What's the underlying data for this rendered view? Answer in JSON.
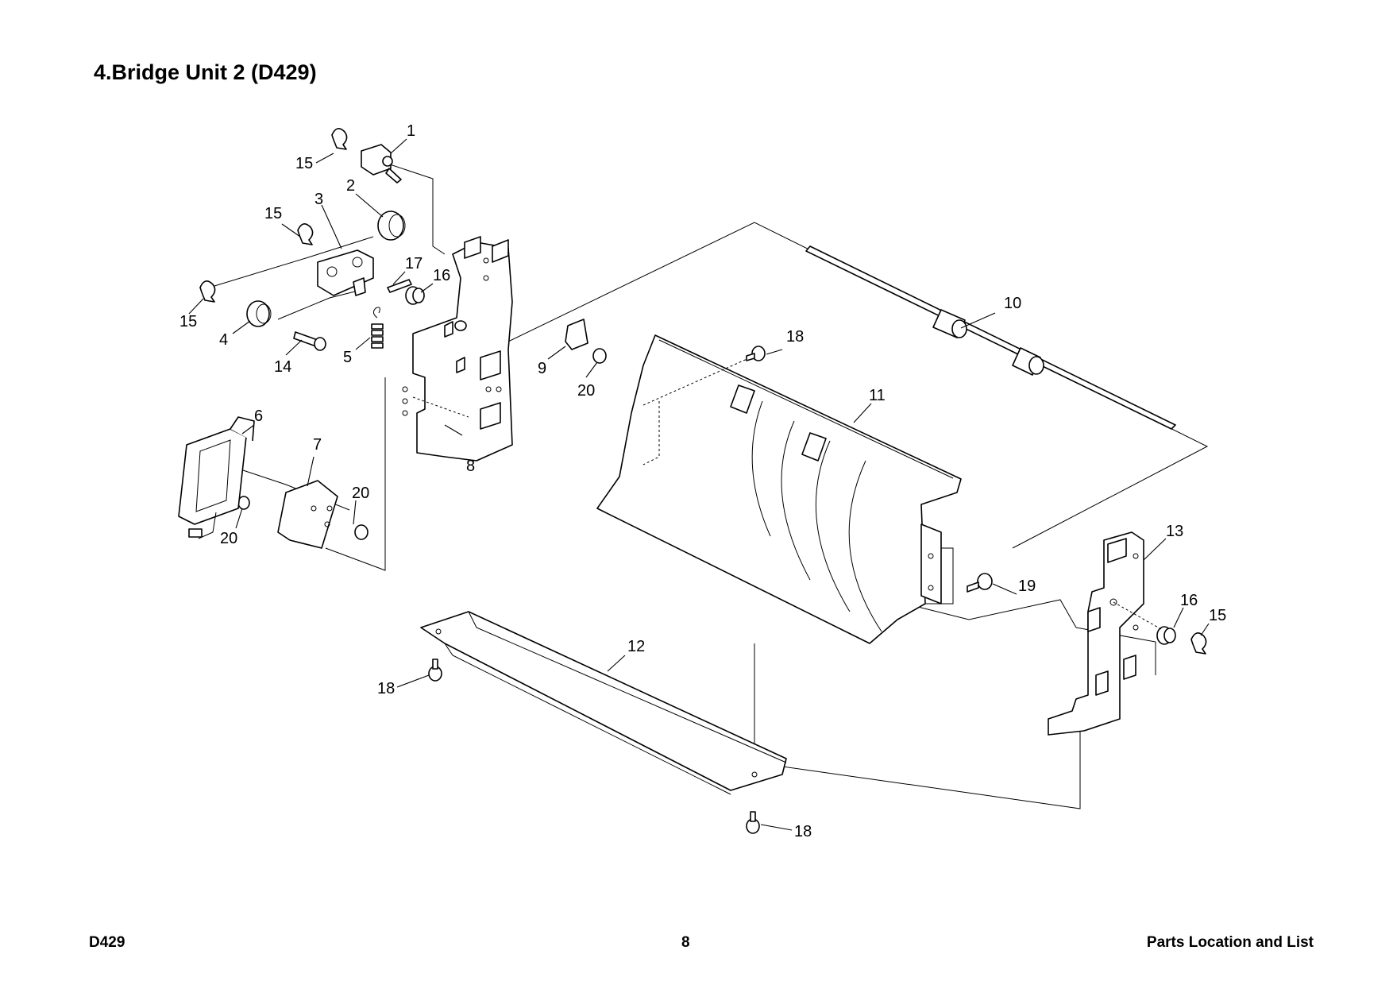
{
  "page": {
    "title": "4.Bridge Unit 2 (D429)",
    "footer_left": "D429",
    "footer_center": "8",
    "footer_right": "Parts Location and List"
  },
  "callouts": [
    "1",
    "2",
    "3",
    "4",
    "5",
    "6",
    "7",
    "8",
    "9",
    "10",
    "11",
    "12",
    "13",
    "14",
    "15",
    "15",
    "15",
    "15",
    "16",
    "16",
    "17",
    "18",
    "18",
    "18",
    "19",
    "20",
    "20",
    "20"
  ]
}
